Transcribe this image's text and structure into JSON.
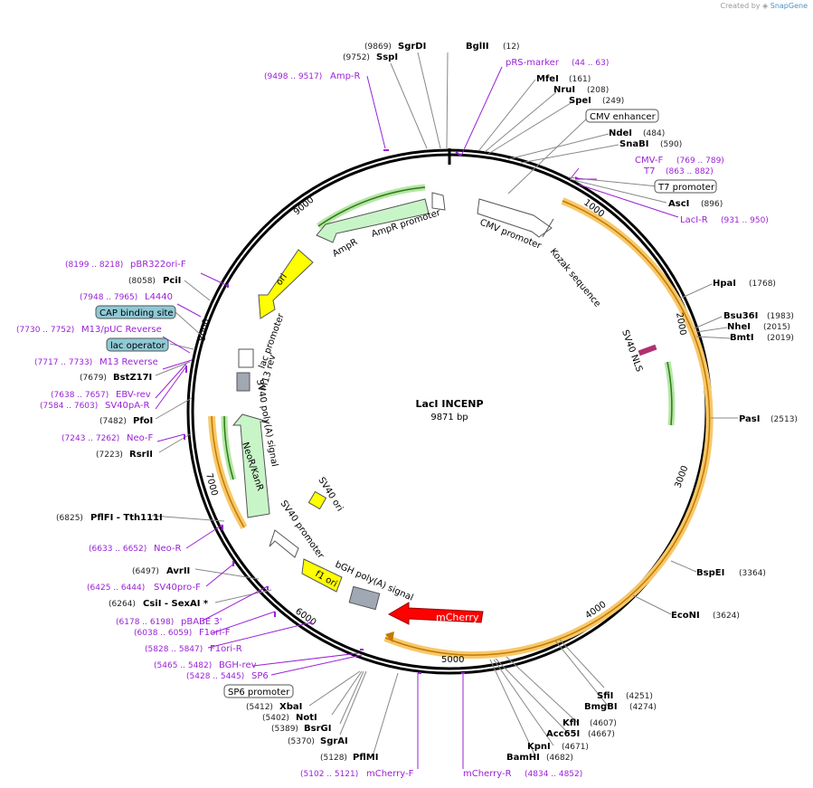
{
  "branding": {
    "created_by": "Created by",
    "app": "SnapGene"
  },
  "plasmid": {
    "name": "LacI INCENP",
    "length_label": "9871 bp",
    "length": 9871
  },
  "ticks": [
    "1000",
    "2000",
    "3000",
    "4000",
    "5000",
    "6000",
    "7000",
    "8000",
    "9000"
  ],
  "colors": {
    "primer": "#9a22d6",
    "backbone": "#000000",
    "ampR": "#c8f5c8",
    "ori": "#ffff00",
    "mcherry": "#ff0000",
    "orf": "#f5a623",
    "grey_feature": "#a0a8b4",
    "blue_label": "#8fc9d6"
  },
  "enzymes": [
    {
      "name": "SgrDI",
      "pos": "(9869)"
    },
    {
      "name": "BglII",
      "pos": "(12)"
    },
    {
      "name": "SspI",
      "pos": "(9752)"
    },
    {
      "name": "MfeI",
      "pos": "(161)"
    },
    {
      "name": "NruI",
      "pos": "(208)"
    },
    {
      "name": "SpeI",
      "pos": "(249)"
    },
    {
      "name": "NdeI",
      "pos": "(484)"
    },
    {
      "name": "SnaBI",
      "pos": "(590)"
    },
    {
      "name": "AscI",
      "pos": "(896)"
    },
    {
      "name": "HpaI",
      "pos": "(1768)"
    },
    {
      "name": "Bsu36I",
      "pos": "(1983)"
    },
    {
      "name": "NheI",
      "pos": "(2015)"
    },
    {
      "name": "BmtI",
      "pos": "(2019)"
    },
    {
      "name": "PasI",
      "pos": "(2513)"
    },
    {
      "name": "BspEI",
      "pos": "(3364)"
    },
    {
      "name": "EcoNI",
      "pos": "(3624)"
    },
    {
      "name": "SfiI",
      "pos": "(4251)"
    },
    {
      "name": "BmgBI",
      "pos": "(4274)"
    },
    {
      "name": "KflI",
      "pos": "(4607)"
    },
    {
      "name": "Acc65I",
      "pos": "(4667)"
    },
    {
      "name": "KpnI",
      "pos": "(4671)"
    },
    {
      "name": "BamHI",
      "pos": "(4682)"
    },
    {
      "name": "PflMI",
      "pos": "(5128)"
    },
    {
      "name": "SgrAI",
      "pos": "(5370)"
    },
    {
      "name": "BsrGI",
      "pos": "(5389)"
    },
    {
      "name": "NotI",
      "pos": "(5402)"
    },
    {
      "name": "XbaI",
      "pos": "(5412)"
    },
    {
      "name": "CsiI  - SexAI *",
      "pos": "(6264)"
    },
    {
      "name": "AvrII",
      "pos": "(6497)"
    },
    {
      "name": "PflFI  - Tth111I",
      "pos": "(6825)"
    },
    {
      "name": "RsrII",
      "pos": "(7223)"
    },
    {
      "name": "PfoI",
      "pos": "(7482)"
    },
    {
      "name": "BstZ17I",
      "pos": "(7679)"
    },
    {
      "name": "PciI",
      "pos": "(8058)"
    }
  ],
  "primers": [
    {
      "name": "pRS-marker",
      "pos": "(44 .. 63)"
    },
    {
      "name": "Amp-R",
      "pos": "(9498 .. 9517)"
    },
    {
      "name": "CMV-F",
      "pos": "(769 .. 789)"
    },
    {
      "name": "T7",
      "pos": "(863 .. 882)"
    },
    {
      "name": "LacI-R",
      "pos": "(931 .. 950)"
    },
    {
      "name": "pBR322ori-F",
      "pos": "(8199 .. 8218)"
    },
    {
      "name": "L4440",
      "pos": "(7948 .. 7965)"
    },
    {
      "name": "M13/pUC Reverse",
      "pos": "(7730 .. 7752)"
    },
    {
      "name": "M13 Reverse",
      "pos": "(7717 .. 7733)"
    },
    {
      "name": "EBV-rev",
      "pos": "(7638 .. 7657)"
    },
    {
      "name": "SV40pA-R",
      "pos": "(7584 .. 7603)"
    },
    {
      "name": "Neo-F",
      "pos": "(7243 .. 7262)"
    },
    {
      "name": "Neo-R",
      "pos": "(6633 .. 6652)"
    },
    {
      "name": "SV40pro-F",
      "pos": "(6425 .. 6444)"
    },
    {
      "name": "pBABE 3'",
      "pos": "(6178 .. 6198)"
    },
    {
      "name": "F1ori-F",
      "pos": "(6038 .. 6059)"
    },
    {
      "name": "F1ori-R",
      "pos": "(5828 .. 5847)"
    },
    {
      "name": "BGH-rev",
      "pos": "(5465 .. 5482)"
    },
    {
      "name": "SP6",
      "pos": "(5428 .. 5445)"
    },
    {
      "name": "mCherry-F",
      "pos": "(5102 .. 5121)"
    },
    {
      "name": "mCherry-R",
      "pos": "(4834 .. 4852)"
    }
  ],
  "boxed_labels": {
    "cmv_enhancer": "CMV enhancer",
    "t7_promoter": "T7 promoter",
    "sp6_promoter": "SP6 promoter",
    "cap_site": "CAP binding site",
    "lac_operator": "lac operator"
  },
  "features": {
    "cmv_promoter": "CMV promoter",
    "kozak": "Kozak sequence",
    "sv40_nls": "SV40 NLS",
    "ampR_promoter": "AmpR promoter",
    "ampR": "AmpR",
    "ori": "ori",
    "lac_promoter": "lac promoter",
    "m13_rev": "M13 rev",
    "sv40_pa": "SV40 poly(A) signal",
    "neo": "NeoR/KanR",
    "sv40_ori": "SV40 ori",
    "sv40_promoter": "SV40 promoter",
    "f1_ori": "f1 ori",
    "bgh": "bGH poly(A) signal",
    "mcherry": "mCherry"
  }
}
